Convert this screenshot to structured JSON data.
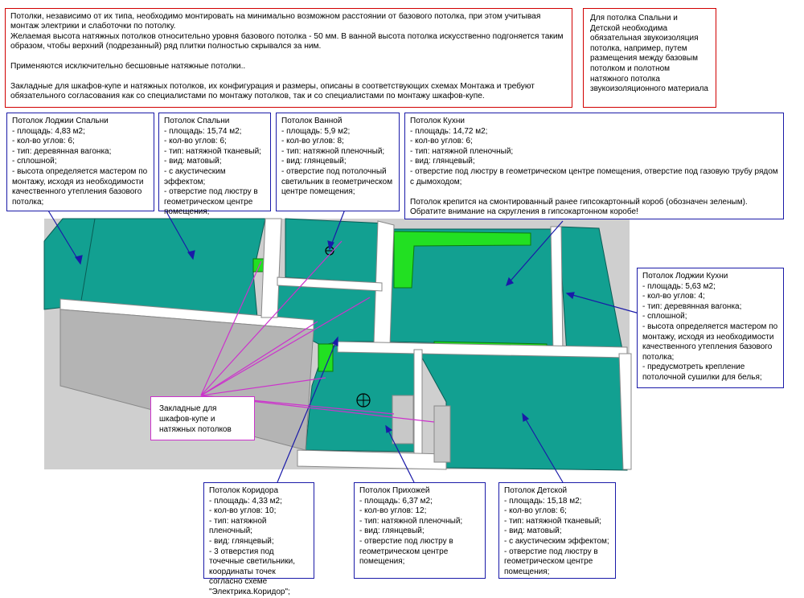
{
  "notes": {
    "general": "Потолки, независимо от их типа, необходимо монтировать на минимально возможном расстоянии от базового потолка, при этом учитывая монтаж электрики и слаботочки по потолку.\nЖелаемая высота натяжных потолков относительно уровня базового потолка - 50 мм. В ванной высота потолка искусственно подгоняется таким образом, чтобы верхний (подрезанный) ряд плитки полностью скрывался за ним.\n\nПрименяются исключительно бесшовные натяжные потолки..\n\nЗакладные для шкафов-купе и натяжных потолков, их конфигурация и размеры, описаны в соответствующих схемах Монтажа и требуют обязательного согласования как со специалистами по монтажу потолков, так и со специалистами по монтажу шкафов-купе.",
    "soundproofing": "Для потолка Спальни и Детской необходима обязательная звукоизоляция потолка, например, путем размещения между базовым потолком и полотном натяжного потолка звукоизоляционного материала"
  },
  "rooms": {
    "loggia_bedroom": "Потолок Лоджии Спальни\n- площадь: 4,83 м2;\n- кол-во углов: 6;\n- тип: деревянная вагонка;\n- сплошной;\n- высота определяется мастером по монтажу, исходя из необходимости качественного утепления базового потолка;",
    "bedroom": "Потолок Спальни\n- площадь: 15,74 м2;\n- кол-во углов: 6;\n- тип: натяжной тканевый;\n- вид: матовый;\n- с акустическим эффектом;\n- отверстие под люстру в геометрическом центре помещения;",
    "bathroom": "Потолок Ванной\n- площадь: 5,9 м2;\n- кол-во углов: 8;\n- тип: натяжной пленочный;\n- вид: глянцевый;\n- отверстие под потолочный светильник в геометрическом центре помещения;",
    "kitchen": "Потолок Кухни\n- площадь: 14,72 м2;\n- кол-во углов: 6;\n- тип: натяжной пленочный;\n- вид: глянцевый;\n- отверстие под люстру в геометрическом центре помещения, отверстие под газовую трубу рядом с дымоходом;\n\nПотолок крепится на смонтированный ранее гипсокартонный короб (обозначен зеленым).\nОбратите внимание на скругления в гипсокартонном коробе!",
    "loggia_kitchen": "Потолок Лоджии Кухни\n- площадь: 5,63 м2;\n- кол-во углов: 4;\n- тип: деревянная вагонка;\n- сплошной;\n- высота определяется мастером по монтажу, исходя из необходимости качественного утепления базового потолка;\n- предусмотреть крепление потолочной сушилки для белья;",
    "corridor": "Потолок Коридора\n- площадь: 4,33 м2;\n- кол-во углов: 10;\n- тип: натяжной пленочный;\n- вид: глянцевый;\n- 3 отверстия под точечные светильники, координаты точек согласно схеме \"Электрика.Коридор\";",
    "hallway": "Потолок Прихожей\n- площадь: 6,37 м2;\n- кол-во углов: 12;\n- тип: натяжной пленочный;\n- вид: глянцевый;\n- отверстие под люстру в геометрическом центре помещения;",
    "nursery": "Потолок Детской\n- площадь: 15,18 м2;\n- кол-во углов: 6;\n- тип: натяжной тканевый;\n- вид: матовый;\n- с акустическим эффектом;\n- отверстие под люстру в геометрическом центре помещения;"
  },
  "embeds_label": "Закладные для шкафов-купе и натяжных потолков",
  "colors": {
    "ceiling": "#12a091",
    "drywall_box": "#22e022",
    "walls": "#ffffff",
    "wall_shadow": "#9a9a9a",
    "plan_background": "#cfcfcf",
    "red_border": "#d10000",
    "blue_border": "#1a1aa8",
    "magenta": "#cc33cc"
  }
}
